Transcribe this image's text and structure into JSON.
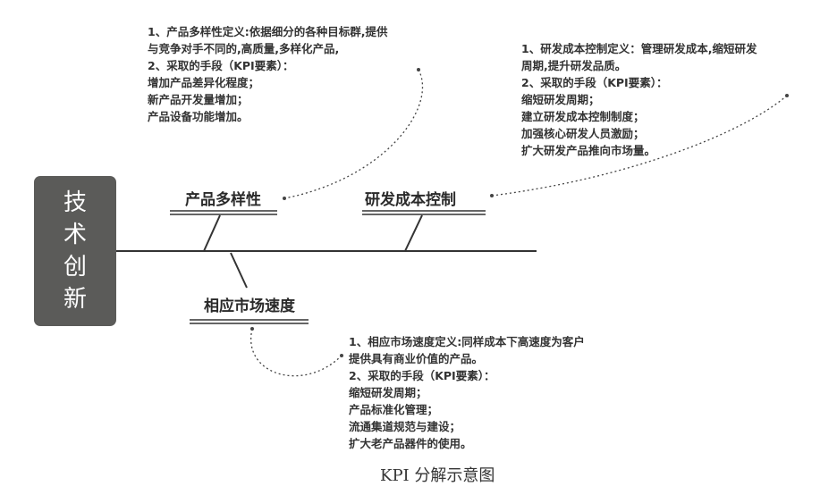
{
  "root": {
    "chars": [
      "技",
      "术",
      "创",
      "新"
    ]
  },
  "branches": [
    {
      "label": "产品多样性",
      "notes": [
        "1、产品多样性定义:依据细分的各种目标群,提供",
        "与竞争对手不同的,高质量,多样化产品,",
        "2、采取的手段（KPI要素）：",
        "增加产品差异化程度；",
        "新产品开发量增加；",
        "产品设备功能增加。"
      ]
    },
    {
      "label": "研发成本控制",
      "notes": [
        "1、研发成本控制定义：管理研发成本,缩短研发",
        "周期,提升研发品质。",
        "2、采取的手段（KPI要素）：",
        "缩短研发周期；",
        "建立研发成本控制制度；",
        "加强核心研发人员激励；",
        "扩大研发产品推向市场量。"
      ]
    },
    {
      "label": "相应市场速度",
      "notes": [
        "1、相应市场速度定义:同样成本下高速度为客户",
        "提供具有商业价值的产品。",
        "2、采取的手段（KPI要素）：",
        "缩短研发周期；",
        "产品标准化管理；",
        "流通集道规范与建设；",
        "扩大老产品器件的使用。"
      ]
    }
  ],
  "caption": "KPI 分解示意图",
  "colors": {
    "root_box": "#5b5b59",
    "lines": "#333333"
  }
}
